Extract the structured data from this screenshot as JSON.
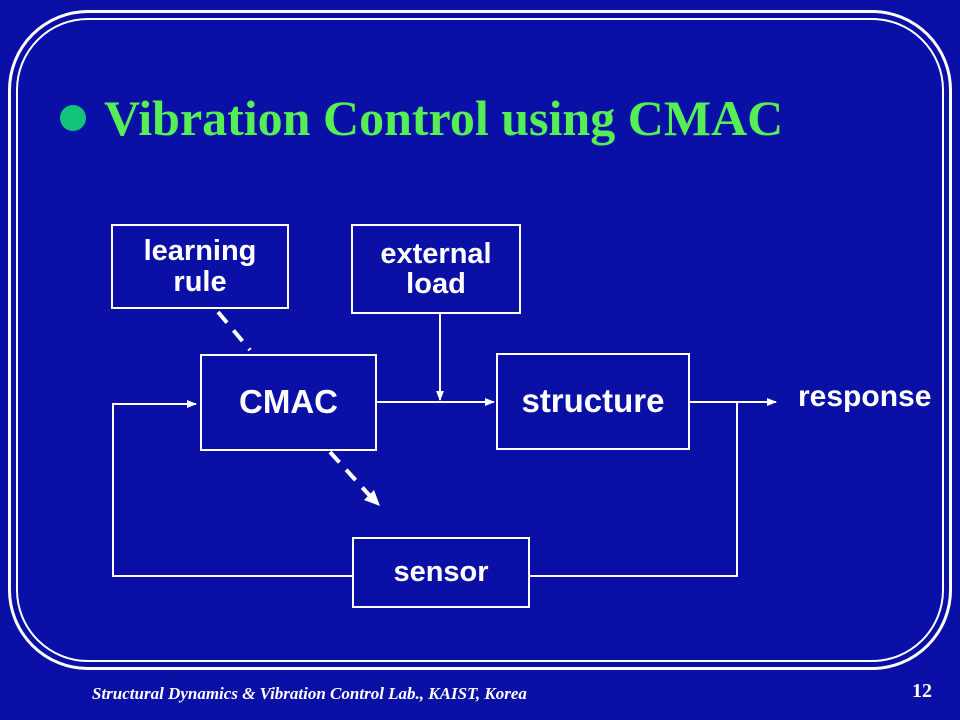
{
  "slide": {
    "title": "Vibration Control using CMAC",
    "page_number": "12",
    "footer": "Structural Dynamics & Vibration Control Lab., KAIST, Korea"
  },
  "diagram": {
    "learning_rule": "learning\nrule",
    "external_load": "external\nload",
    "cmac": "CMAC",
    "structure": "structure",
    "response": "response",
    "sensor": "sensor"
  },
  "colors": {
    "background": "#0a10a6",
    "title": "#55ee55",
    "bullet": "#11c47a",
    "lines": "#ffffff"
  }
}
